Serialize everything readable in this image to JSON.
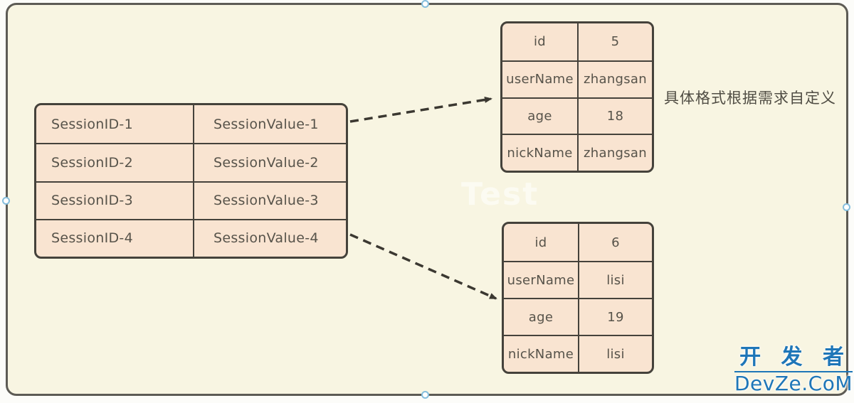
{
  "session_table": {
    "rows": [
      {
        "key": "SessionID-1",
        "value": "SessionValue-1"
      },
      {
        "key": "SessionID-2",
        "value": "SessionValue-2"
      },
      {
        "key": "SessionID-3",
        "value": "SessionValue-3"
      },
      {
        "key": "SessionID-4",
        "value": "SessionValue-4"
      }
    ]
  },
  "user_tables": [
    {
      "rows": [
        {
          "key": "id",
          "value": "5"
        },
        {
          "key": "userName",
          "value": "zhangsan"
        },
        {
          "key": "age",
          "value": "18"
        },
        {
          "key": "nickName",
          "value": "zhangsan"
        }
      ]
    },
    {
      "rows": [
        {
          "key": "id",
          "value": "6"
        },
        {
          "key": "userName",
          "value": "lisi"
        },
        {
          "key": "age",
          "value": "19"
        },
        {
          "key": "nickName",
          "value": "lisi"
        }
      ]
    }
  ],
  "annotation": "具体格式根据需求自定义",
  "faint_watermark": "Test",
  "brand": {
    "cn": "开 发 者",
    "en": "DevZe.CoM",
    "color": "#1e76b8"
  },
  "colors": {
    "canvas_background": "#f8f5e2",
    "cell_fill": "#f9e4d1",
    "table_border": "#45423b",
    "arrow": "#3b3831",
    "handle_ring": "#85bedd",
    "brand_blue": "#1e76b8"
  }
}
